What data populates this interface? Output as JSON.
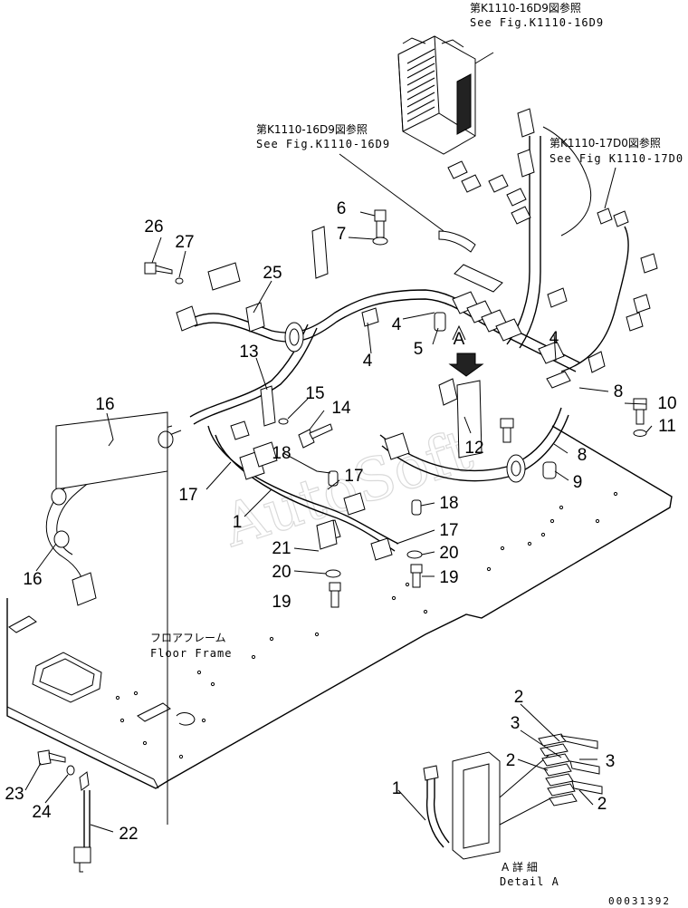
{
  "references": {
    "top_jp": "第K1110-16D9図参照",
    "top_en": "See Fig.K1110-16D9",
    "mid_jp": "第K1110-16D9図参照",
    "mid_en": "See Fig.K1110-16D9",
    "right_jp": "第K1110-17D0図参照",
    "right_en": "See Fig K1110-17D0"
  },
  "floor_frame": {
    "jp": "フロアフレーム",
    "en": "Floor Frame"
  },
  "detail": {
    "view_letter": "A",
    "jp": "A 詳 細",
    "en": "Detail A"
  },
  "serial": "00031392",
  "watermark": "AutoSoft",
  "callouts": {
    "c26": "26",
    "c27": "27",
    "c25": "25",
    "c6": "6",
    "c7": "7",
    "c4a": "4",
    "c4b": "4",
    "c4c": "4",
    "c5": "5",
    "c13": "13",
    "c15": "15",
    "c14": "14",
    "c16a": "16",
    "c16b": "16",
    "c18a": "18",
    "c18b": "18",
    "c17a": "17",
    "c17b": "17",
    "c17c": "17",
    "c1": "1",
    "c21": "21",
    "c20a": "20",
    "c20b": "20",
    "c19a": "19",
    "c19b": "19",
    "c12": "12",
    "c9": "9",
    "c8a": "8",
    "c8b": "8",
    "c10": "10",
    "c11": "11",
    "c23": "23",
    "c24": "24",
    "c22": "22",
    "d2a": "2",
    "d3a": "3",
    "d2b": "2",
    "d3b": "3",
    "d2c": "2",
    "d1": "1"
  }
}
